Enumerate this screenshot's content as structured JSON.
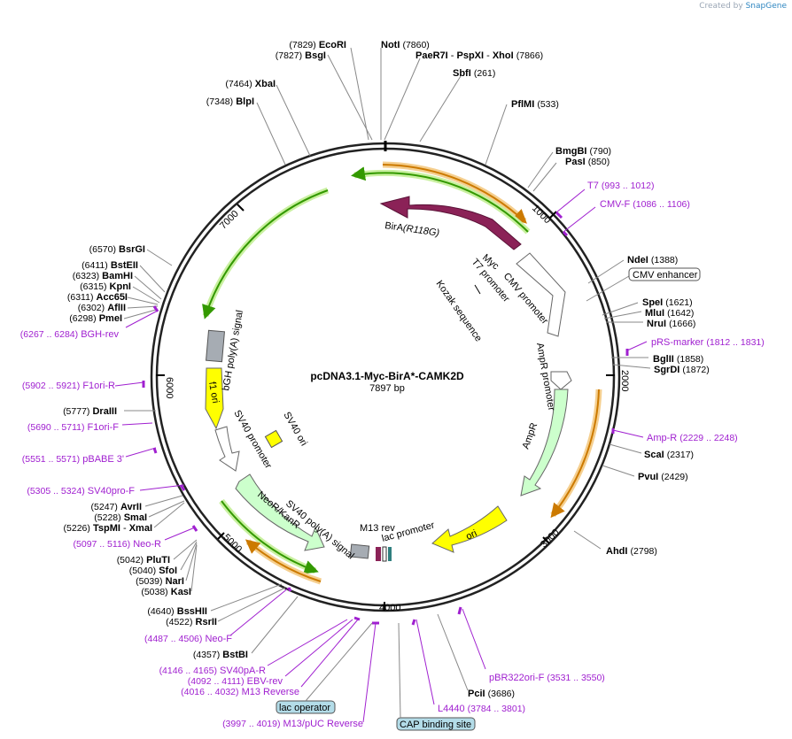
{
  "credit": {
    "prefix": "Created by",
    "brand": "SnapGene"
  },
  "title": "pcDNA3.1-Myc-BirA*-CAMK2D",
  "size": "7897 bp",
  "ticks": [
    "1000",
    "2000",
    "3000",
    "4000",
    "5000",
    "6000",
    "7000"
  ],
  "enzymes": {
    "ecori": {
      "name": "EcoRI",
      "pos": "(7829)"
    },
    "bsgi": {
      "name": "BsgI",
      "pos": "(7827)"
    },
    "noti": {
      "name": "NotI",
      "pos": "(7860)"
    },
    "pae": {
      "name": "PaeR7I",
      "name2": "PspXI",
      "name3": "XhoI",
      "pos": "(7866)"
    },
    "sbfi": {
      "name": "SbfI",
      "pos": "(261)"
    },
    "pflmi": {
      "name": "PflMI",
      "pos": "(533)"
    },
    "bmgbi": {
      "name": "BmgBI",
      "pos": "(790)"
    },
    "pasi": {
      "name": "PasI",
      "pos": "(850)"
    },
    "xbai": {
      "name": "XbaI",
      "pos": "(7464)"
    },
    "blpi": {
      "name": "BlpI",
      "pos": "(7348)"
    },
    "ndei": {
      "name": "NdeI",
      "pos": "(1388)"
    },
    "spei": {
      "name": "SpeI",
      "pos": "(1621)"
    },
    "mlui": {
      "name": "MluI",
      "pos": "(1642)"
    },
    "nrui": {
      "name": "NruI",
      "pos": "(1666)"
    },
    "bglii": {
      "name": "BglII",
      "pos": "(1858)"
    },
    "sgrdi": {
      "name": "SgrDI",
      "pos": "(1872)"
    },
    "scai": {
      "name": "ScaI",
      "pos": "(2317)"
    },
    "pvui": {
      "name": "PvuI",
      "pos": "(2429)"
    },
    "ahdi": {
      "name": "AhdI",
      "pos": "(2798)"
    },
    "pcii": {
      "name": "PciI",
      "pos": "(3686)"
    },
    "bsrgi": {
      "name": "BsrGI",
      "pos": "(6570)"
    },
    "bsteii": {
      "name": "BstEII",
      "pos": "(6411)"
    },
    "bamhi": {
      "name": "BamHI",
      "pos": "(6323)"
    },
    "kpni": {
      "name": "KpnI",
      "pos": "(6315)"
    },
    "acc65i": {
      "name": "Acc65I",
      "pos": "(6311)"
    },
    "aflii": {
      "name": "AflII",
      "pos": "(6302)"
    },
    "pmei": {
      "name": "PmeI",
      "pos": "(6298)"
    },
    "draiii": {
      "name": "DraIII",
      "pos": "(5777)"
    },
    "avrii": {
      "name": "AvrII",
      "pos": "(5247)"
    },
    "smai": {
      "name": "SmaI",
      "pos": "(5228)"
    },
    "tspmi": {
      "name": "TspMI",
      "name2": "XmaI",
      "pos": "(5226)"
    },
    "pluti": {
      "name": "PluTI",
      "pos": "(5042)"
    },
    "sfoi": {
      "name": "SfoI",
      "pos": "(5040)"
    },
    "nari": {
      "name": "NarI",
      "pos": "(5039)"
    },
    "kasi": {
      "name": "KasI",
      "pos": "(5038)"
    },
    "bsshii": {
      "name": "BssHII",
      "pos": "(4640)"
    },
    "rsrii": {
      "name": "RsrII",
      "pos": "(4522)"
    },
    "bstbi": {
      "name": "BstBI",
      "pos": "(4357)"
    }
  },
  "primers": {
    "t7": {
      "name": "T7",
      "range": "(993 .. 1012)"
    },
    "cmvf": {
      "name": "CMV-F",
      "range": "(1086 .. 1106)"
    },
    "prs": {
      "name": "pRS-marker",
      "range": "(1812 .. 1831)"
    },
    "ampr": {
      "name": "Amp-R",
      "range": "(2229 .. 2248)"
    },
    "pbr": {
      "name": "pBR322ori-F",
      "range": "(3531 .. 3550)"
    },
    "l4440": {
      "name": "L4440",
      "range": "(3784 .. 3801)"
    },
    "m13puc": {
      "name": "M13/pUC Reverse",
      "range": "(3997 .. 4019)"
    },
    "m13rev": {
      "name": "M13 Reverse",
      "range": "(4016 .. 4032)"
    },
    "ebv": {
      "name": "EBV-rev",
      "range": "(4092 .. 4111)"
    },
    "sv40pa": {
      "name": "SV40pA-R",
      "range": "(4146 .. 4165)"
    },
    "neof": {
      "name": "Neo-F",
      "range": "(4487 .. 4506)"
    },
    "neor": {
      "name": "Neo-R",
      "range": "(5097 .. 5116)"
    },
    "sv40pro": {
      "name": "SV40pro-F",
      "range": "(5305 .. 5324)"
    },
    "pbabe": {
      "name": "pBABE 3'",
      "range": "(5551 .. 5571)"
    },
    "f1orif": {
      "name": "F1ori-F",
      "range": "(5690 .. 5711)"
    },
    "f1orir": {
      "name": "F1ori-R",
      "range": "(5902 .. 5921)"
    },
    "bgh": {
      "name": "BGH-rev",
      "range": "(6267 .. 6284)"
    }
  },
  "boxed": {
    "cmv_enhancer": "CMV enhancer",
    "lac_operator": "lac operator",
    "cap_site": "CAP binding site"
  },
  "features": {
    "bira": "BirA",
    "bira_mut": "(R118G)",
    "myc": "Myc",
    "cmv_promoter": "CMV promoter",
    "t7_promoter": "T7 promoter",
    "kozak": "Kozak sequence",
    "ampr_promoter": "AmpR promoter",
    "ampr": "AmpR",
    "ori": "ori",
    "m13rev": "M13 rev",
    "lac_promoter": "lac promoter",
    "sv40polya_a": "SV40 poly(A) signal",
    "neor": "NeoR/KanR",
    "sv40_promoter": "SV40 promoter",
    "sv40_ori": "SV40 ori",
    "f1ori": "f1 ori",
    "bgh": "bGH poly(A) signal"
  },
  "colors": {
    "bira": "#8b2257",
    "ampr": "#ccffcc",
    "ori": "#ffff00",
    "neor": "#ccffcc",
    "f1ori": "#ffff00",
    "bgh": "#a6acb3",
    "sv40ori": "#ffff00",
    "primer": "#a020d0",
    "orf_green": "#339900",
    "orf_orange": "#cc7a00"
  }
}
